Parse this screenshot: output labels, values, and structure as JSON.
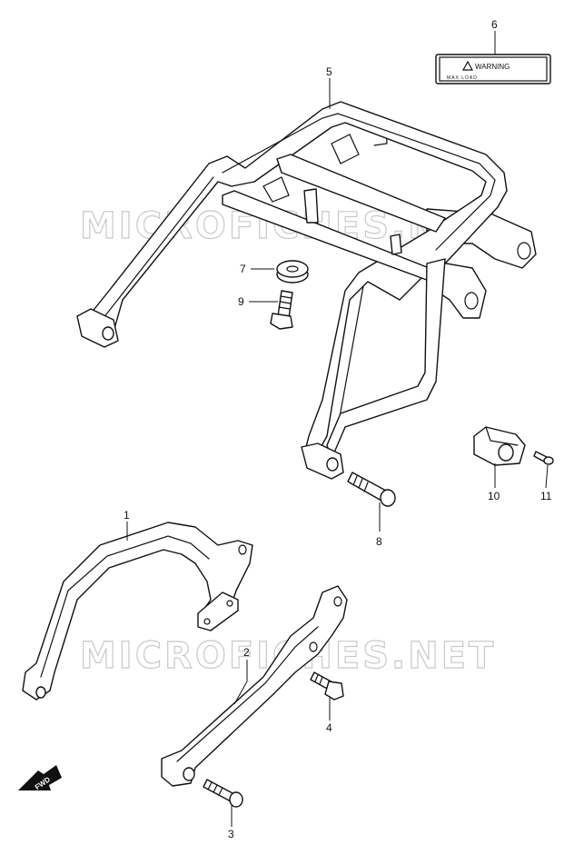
{
  "watermark": "MICROFICHES.NET",
  "warning_label": {
    "title": "WARNING",
    "subtext": "MAX LOAD"
  },
  "fwd_label": "FWD",
  "callouts": [
    "1",
    "2",
    "3",
    "4",
    "5",
    "6",
    "7",
    "8",
    "9",
    "10",
    "11"
  ]
}
